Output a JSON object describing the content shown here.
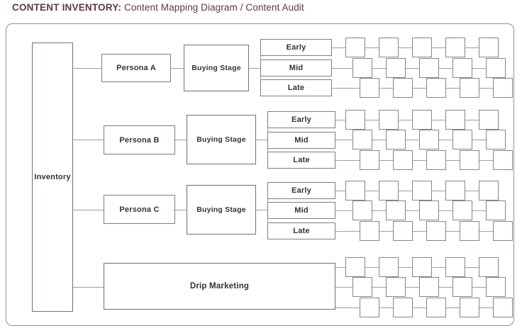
{
  "title": {
    "prefix": "CONTENT INVENTORY:",
    "rest": " Content Mapping Diagram / Content Audit",
    "color": "#5e3a3d"
  },
  "colors": {
    "background": "#ffffff",
    "frame_border": "#8e9396",
    "node_border": "#6c7174",
    "item_border": "#81868a",
    "edge": "#9aa0a3",
    "text": "#333436"
  },
  "diagram": {
    "root": {
      "label": "Inventory"
    },
    "branches": [
      {
        "id": "persona-a",
        "persona_label": "Persona A",
        "stage_label": "Buying Stage",
        "stages": [
          "Early",
          "Mid",
          "Late"
        ]
      },
      {
        "id": "persona-b",
        "persona_label": "Persona B",
        "stage_label": "Buying Stage",
        "stages": [
          "Early",
          "Mid",
          "Late"
        ]
      },
      {
        "id": "persona-c",
        "persona_label": "Persona C",
        "stage_label": "Buying Stage",
        "stages": [
          "Early",
          "Mid",
          "Late"
        ]
      },
      {
        "id": "drip-marketing",
        "persona_label": "Drip Marketing",
        "stage_label": "",
        "stages": []
      }
    ],
    "content_grid": {
      "columns": 5,
      "rows_per_group": 3,
      "groups": 4,
      "item_label": ""
    }
  }
}
